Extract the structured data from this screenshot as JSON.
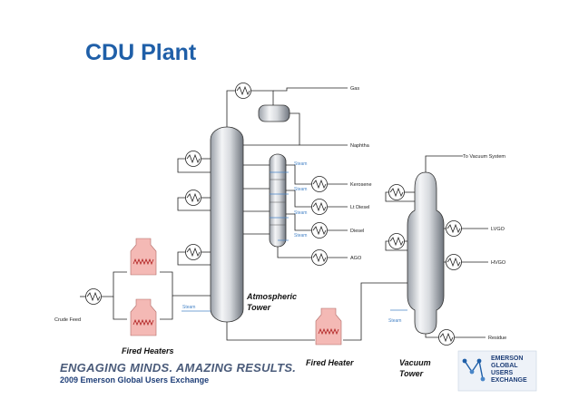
{
  "title": "CDU Plant",
  "streams": {
    "gas": "Gas",
    "naphtha": "Naphtha",
    "kerosene": "Kerosene",
    "lt_diesel": "Lt Diesel",
    "diesel": "Diesel",
    "ago": "AGO",
    "to_vacuum": "To Vacuum System",
    "lvgo": "LVGO",
    "hvgo": "HVGO",
    "residue": "Residue",
    "crude_feed": "Crude Feed",
    "steam": "Steam"
  },
  "units": {
    "atm_tower_line1": "Atmospheric",
    "atm_tower_line2": "Tower",
    "fired_heaters": "Fired Heaters",
    "fired_heater": "Fired Heater",
    "vac_tower_line1": "Vacuum",
    "vac_tower_line2": "Tower"
  },
  "footer": {
    "tagline": "ENGAGING MINDS. AMAZING RESULTS.",
    "event": "2009 Emerson Global Users Exchange",
    "logo_line1": "EMERSON",
    "logo_line2": "GLOBAL",
    "logo_line3": "USERS",
    "logo_line4": "EXCHANGE"
  },
  "colors": {
    "title": "#1f5fa8",
    "steam": "#4a86c8",
    "heater_fill": "#f4b9b5",
    "heater_coil": "#b02020"
  }
}
